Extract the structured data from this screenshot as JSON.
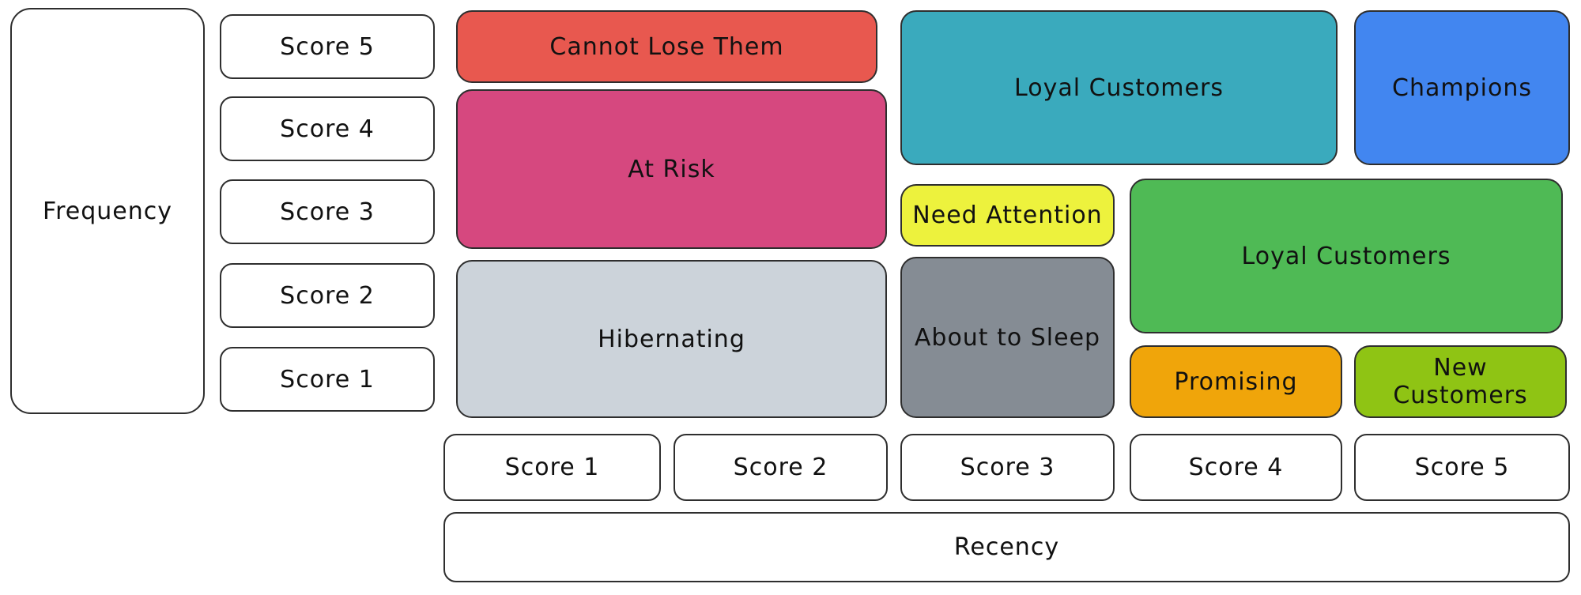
{
  "axes": {
    "frequency": {
      "label": "Frequency",
      "scores": [
        "Score 5",
        "Score 4",
        "Score 3",
        "Score 2",
        "Score 1"
      ]
    },
    "recency": {
      "label": "Recency",
      "scores": [
        "Score 1",
        "Score 2",
        "Score 3",
        "Score 4",
        "Score 5"
      ]
    }
  },
  "segments": {
    "cannot_lose": {
      "label": "Cannot Lose Them",
      "color": "#e8584f"
    },
    "at_risk": {
      "label": "At Risk",
      "color": "#d6487f"
    },
    "hibernating": {
      "label": "Hibernating",
      "color": "#ccd3da"
    },
    "loyal_customers_top": {
      "label": "Loyal Customers",
      "color": "#3aaabd"
    },
    "champions": {
      "label": "Champions",
      "color": "#4286f0"
    },
    "need_attention": {
      "label": "Need Attention",
      "color": "#edf23d"
    },
    "loyal_customers_mid": {
      "label": "Loyal Customers",
      "color": "#4fba55"
    },
    "about_to_sleep": {
      "label": "About to Sleep",
      "color": "#858c94"
    },
    "promising": {
      "label": "Promising",
      "color": "#f0a50a"
    },
    "new_customers": {
      "label": "New Customers",
      "color": "#8fc414"
    }
  },
  "colors": {
    "border": "#2e2e2e",
    "background": "#ffffff",
    "text": "#111111"
  }
}
